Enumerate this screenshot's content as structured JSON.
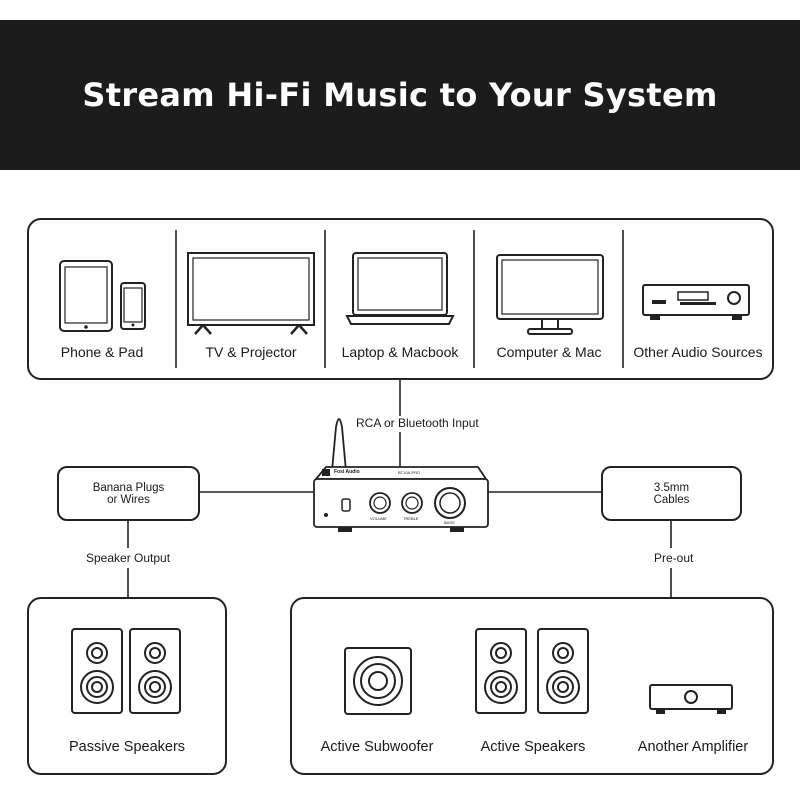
{
  "title": "Stream Hi-Fi Music to Your System",
  "sources": [
    {
      "label": "Phone & Pad",
      "icon": "tablet-phone-icon"
    },
    {
      "label": "TV & Projector",
      "icon": "tv-icon"
    },
    {
      "label": "Laptop & Macbook",
      "icon": "laptop-icon"
    },
    {
      "label": "Computer & Mac",
      "icon": "monitor-icon"
    },
    {
      "label": "Other Audio Sources",
      "icon": "audio-receiver-icon"
    }
  ],
  "amplifier": {
    "input_label": "RCA or Bluetooth Input",
    "brand": "Fosi Audio",
    "model": "BT10A-PRO",
    "knobs": [
      "VOLUME",
      "TREBLE",
      "BASS"
    ]
  },
  "left_output": {
    "box_text": "Banana Plugs\nor Wires",
    "connection_label": "Speaker Output",
    "device": {
      "label": "Passive Speakers",
      "icon": "passive-speakers-icon"
    }
  },
  "right_output": {
    "box_text": "3.5mm\nCables",
    "connection_label": "Pre-out",
    "devices": [
      {
        "label": "Active Subwoofer",
        "icon": "subwoofer-icon"
      },
      {
        "label": "Active Speakers",
        "icon": "active-speakers-icon"
      },
      {
        "label": "Another Amplifier",
        "icon": "amplifier-icon"
      }
    ]
  }
}
